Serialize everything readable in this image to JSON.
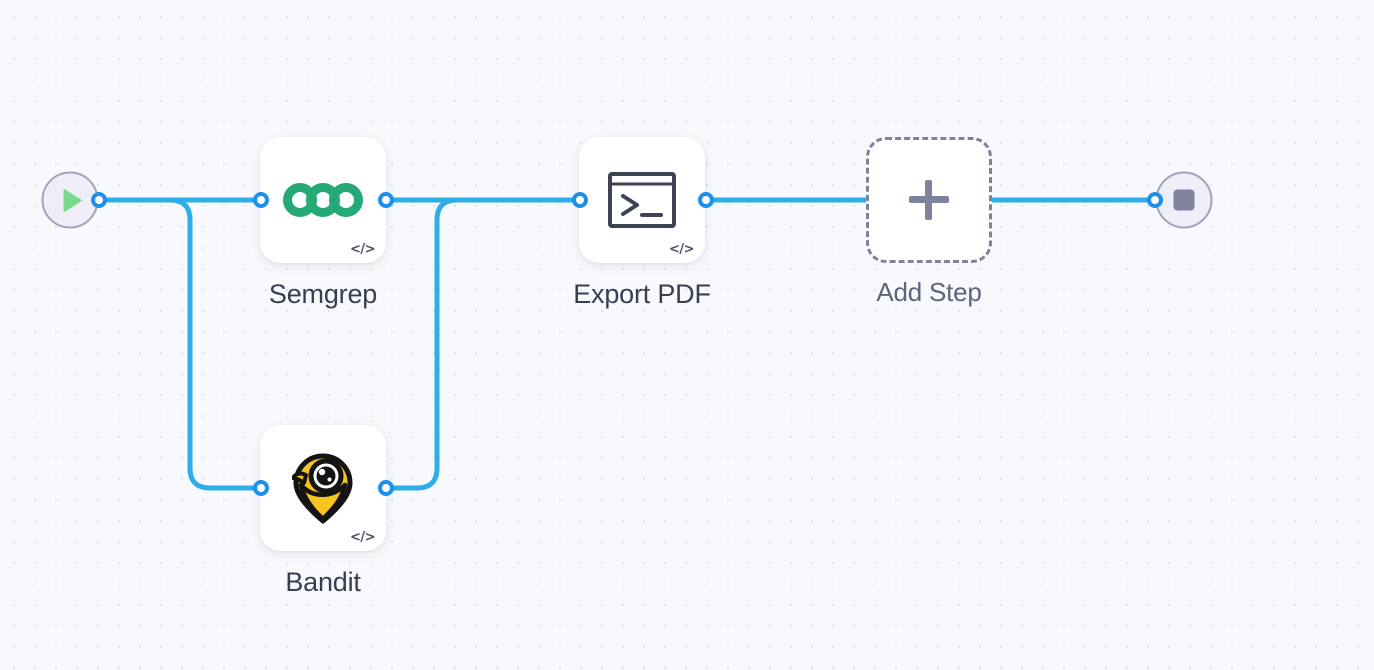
{
  "canvas": {
    "background_color": "#f8f9fc",
    "grid_dot_color": "#e0e2ee",
    "edge_color": "#2dade9",
    "port_color": "#1d8fe8"
  },
  "terminals": {
    "start": {
      "name": "start",
      "icon": "play-icon",
      "icon_color": "#79d98b",
      "circle_color": "#eeeef8"
    },
    "end": {
      "name": "end",
      "icon": "stop-icon",
      "icon_color": "#7e829c",
      "circle_color": "#eeeef8"
    }
  },
  "nodes": [
    {
      "id": "semgrep",
      "label": "Semgrep",
      "icon": "semgrep-logo-icon",
      "icon_color": "#25a977",
      "badge": "</>",
      "type": "step"
    },
    {
      "id": "bandit",
      "label": "Bandit",
      "icon": "bandit-logo-icon",
      "icon_color": "#f5c518",
      "badge": "</>",
      "type": "step"
    },
    {
      "id": "export-pdf",
      "label": "Export PDF",
      "icon": "terminal-icon",
      "icon_color": "#3c4254",
      "badge": "</>",
      "type": "step"
    },
    {
      "id": "add-step",
      "label": "Add Step",
      "icon": "plus-icon",
      "icon_color": "#7e829c",
      "badge": "",
      "type": "placeholder"
    }
  ],
  "edges": [
    {
      "from": "start",
      "to": "semgrep"
    },
    {
      "from": "start",
      "to": "bandit"
    },
    {
      "from": "semgrep",
      "to": "export-pdf"
    },
    {
      "from": "bandit",
      "to": "export-pdf"
    },
    {
      "from": "export-pdf",
      "to": "add-step"
    },
    {
      "from": "add-step",
      "to": "end"
    }
  ]
}
